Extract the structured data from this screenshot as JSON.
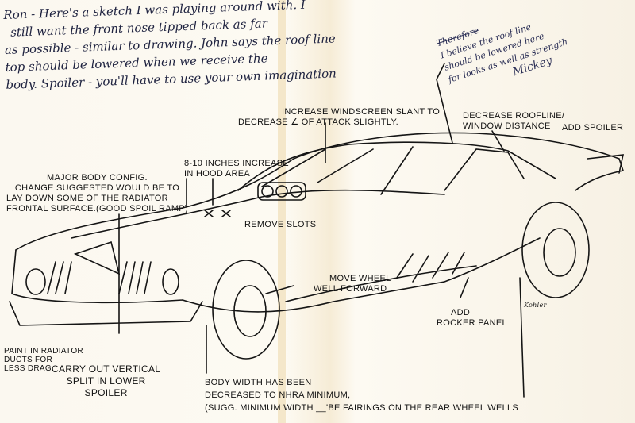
{
  "letter": {
    "lines": [
      "Ron - Here's a sketch I was playing around with. I",
      "still want the front nose tipped back as far",
      "as possible - similar to drawing. John says the roof line",
      "top should be lowered when we receive the",
      "body. Spoiler - you'll have to use your own imagination"
    ]
  },
  "side_note": {
    "struck": "Therefore",
    "lines": [
      "I believe the roof line",
      "should be lowered here",
      "for looks as well as strength"
    ],
    "signature": "Mickey"
  },
  "annotations": {
    "windscreen": [
      "INCREASE WINDSCREEN SLANT TO",
      "DECREASE ∠ OF ATTACK SLIGHTLY."
    ],
    "roofline": [
      "DECREASE ROOFLINE/",
      "WINDOW DISTANCE"
    ],
    "spoiler": "ADD SPOILER",
    "hood": [
      "8-10 INCHES INCREASE",
      "IN HOOD AREA"
    ],
    "body_config": [
      "MAJOR BODY CONFIG.",
      "CHANGE SUGGESTED WOULD BE TO",
      "LAY DOWN SOME OF THE RADIATOR",
      "FRONTAL SURFACE.(GOOD SPOIL RAMP)"
    ],
    "slots": "REMOVE SLOTS",
    "wheel_well": [
      "MOVE WHEEL",
      "WELL FORWARD"
    ],
    "rocker": [
      "ADD",
      "ROCKER PANEL"
    ],
    "paint": [
      "PAINT IN RADIATOR",
      "DUCTS FOR",
      "LESS DRAG."
    ],
    "split": [
      "CARRY OUT VERTICAL",
      "SPLIT IN LOWER",
      "SPOILER"
    ],
    "body_width": [
      "BODY WIDTH HAS BEEN",
      "DECREASED TO NHRA MINIMUM,",
      "(SUGG. MINIMUM WIDTH __'BE FAIRINGS ON THE REAR WHEEL WELLS"
    ],
    "artist": "Kohler"
  }
}
